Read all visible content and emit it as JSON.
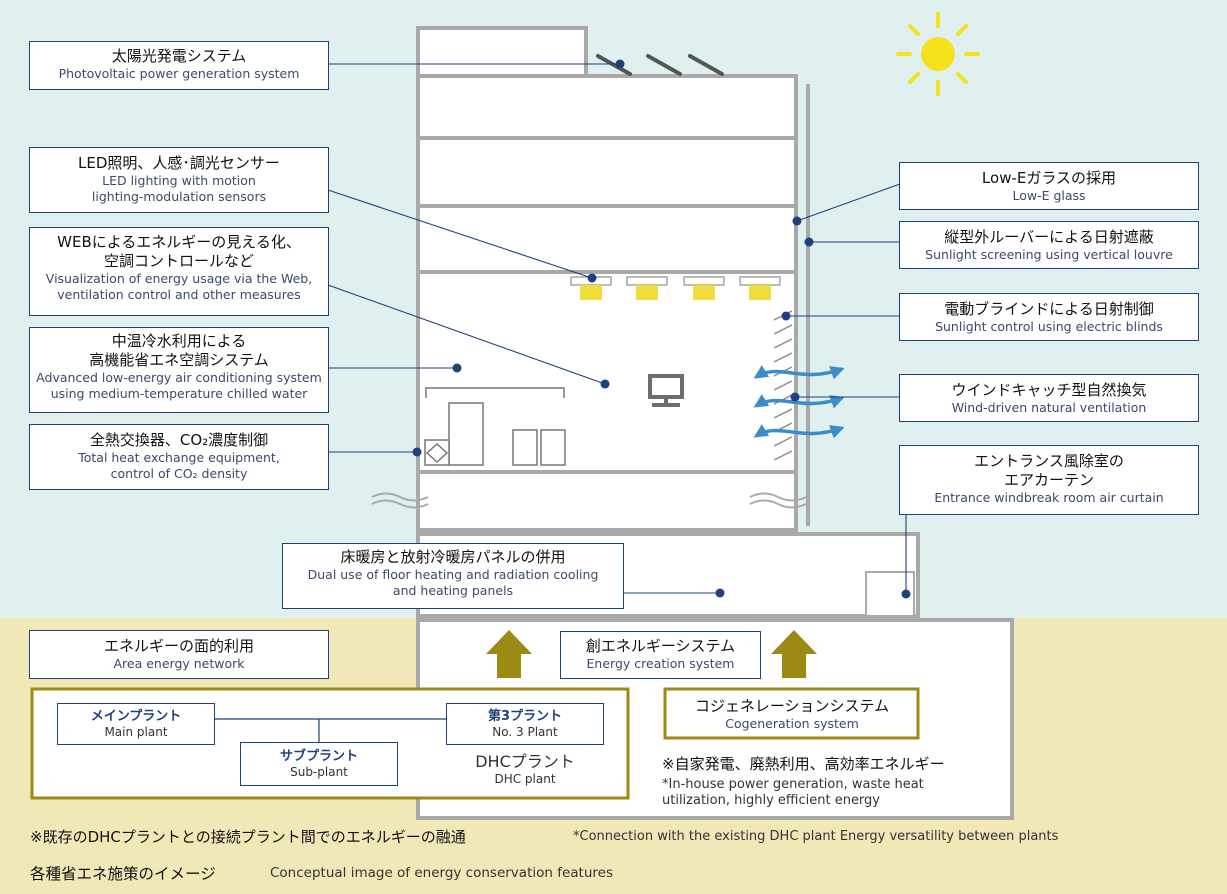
{
  "labels": {
    "pv": {
      "jp": "太陽光発電システム",
      "en": "Photovoltaic power generation system"
    },
    "led": {
      "jp": "LED照明、人感･調光センサー",
      "en": "LED lighting with motion\nlighting-modulation sensors"
    },
    "web": {
      "jp": "WEBによるエネルギーの見える化、\n空調コントロールなど",
      "en": "Visualization of energy usage via the Web,\nventilation control and other measures"
    },
    "ac": {
      "jp": "中温冷水利用による\n高機能省エネ空調システム",
      "en": "Advanced low-energy air conditioning system\nusing medium-temperature chilled water"
    },
    "heat": {
      "jp": "全熱交換器、CO₂濃度制御",
      "en": "Total heat exchange equipment,\ncontrol of CO₂ density"
    },
    "lowe": {
      "jp": "Low-Eガラスの採用",
      "en": "Low-E glass"
    },
    "louvre": {
      "jp": "縦型外ルーバーによる日射遮蔽",
      "en": "Sunlight screening using vertical louvre"
    },
    "blind": {
      "jp": "電動ブラインドによる日射制御",
      "en": "Sunlight control using electric blinds"
    },
    "wind": {
      "jp": "ウインドキャッチ型自然換気",
      "en": "Wind-driven natural ventilation"
    },
    "entrance": {
      "jp": "エントランス風除室の\nエアカーテン",
      "en": "Entrance windbreak room air curtain"
    },
    "floor": {
      "jp": "床暖房と放射冷暖房パネルの併用",
      "en": "Dual use of floor heating and radiation cooling\nand heating panels"
    },
    "area": {
      "jp": "エネルギーの面的利用",
      "en": "Area energy network"
    },
    "creation": {
      "jp": "創エネルギーシステム",
      "en": "Energy creation system"
    },
    "cogen": {
      "jp": "コジェネレーションシステム",
      "en": "Cogeneration system"
    }
  },
  "plants": {
    "main": {
      "jp": "メインプラント",
      "en": "Main plant"
    },
    "third": {
      "jp": "第3プラント",
      "en": "No. 3 Plant"
    },
    "sub": {
      "jp": "サブプラント",
      "en": "Sub-plant"
    },
    "dhc": {
      "jp": "DHCプラント",
      "en": "DHC plant"
    }
  },
  "notes": {
    "self_gen_jp": "※自家発電、廃熱利用、高効率エネルギー",
    "self_gen_en": "*In-house power generation, waste heat\nutilization, highly efficient energy",
    "connection_jp": "※既存のDHCプラントとの接続プラント間でのエネルギーの融通",
    "connection_en": "*Connection with the existing DHC plant Energy versatility between plants"
  },
  "caption": {
    "jp": "各種省エネ施策のイメージ",
    "en": "Conceptual image of energy conservation features"
  },
  "colors": {
    "sky": "#dff0ef",
    "ground": "#f1e8b8",
    "navy": "#1f3f7f",
    "building": "#a9a9a9",
    "olive": "#9c8a14",
    "arrow_blue": "#3b8cc8",
    "sun": "#f5e21c",
    "light": "#f0dc3a"
  }
}
